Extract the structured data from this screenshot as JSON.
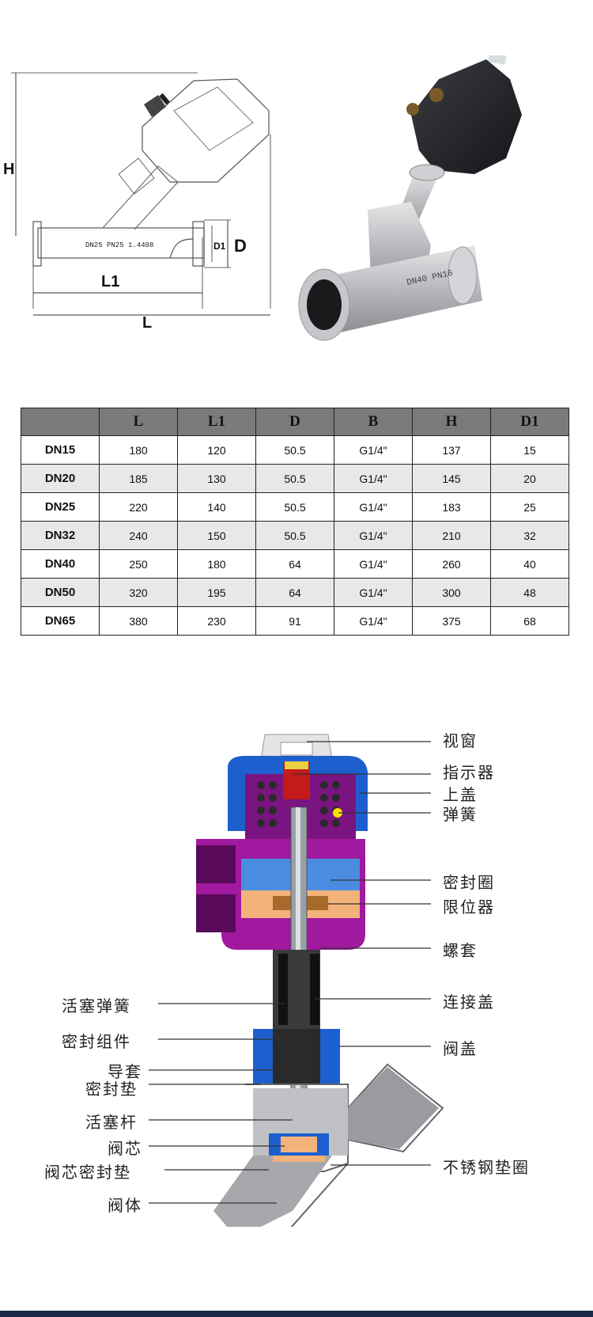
{
  "drawing": {
    "dimension_labels": {
      "H": "H",
      "L1": "L1",
      "L": "L",
      "D1": "D1",
      "D": "D"
    },
    "body_marking": "DN25 PN25 1.4408"
  },
  "photo": {
    "body_marking": "DN40 PN16"
  },
  "spec_table": {
    "headers": [
      "",
      "L",
      "L1",
      "D",
      "B",
      "H",
      "D1"
    ],
    "rows": [
      [
        "DN15",
        "180",
        "120",
        "50.5",
        "G1/4\"",
        "137",
        "15"
      ],
      [
        "DN20",
        "185",
        "130",
        "50.5",
        "G1/4\"",
        "145",
        "20"
      ],
      [
        "DN25",
        "220",
        "140",
        "50.5",
        "G1/4\"",
        "183",
        "25"
      ],
      [
        "DN32",
        "240",
        "150",
        "50.5",
        "G1/4\"",
        "210",
        "32"
      ],
      [
        "DN40",
        "250",
        "180",
        "64",
        "G1/4\"",
        "260",
        "40"
      ],
      [
        "DN50",
        "320",
        "195",
        "64",
        "G1/4\"",
        "300",
        "48"
      ],
      [
        "DN65",
        "380",
        "230",
        "91",
        "G1/4\"",
        "375",
        "68"
      ]
    ]
  },
  "cutaway": {
    "right_labels": [
      "视窗",
      "指示器",
      "上盖",
      "弹簧",
      "密封圈",
      "限位器",
      "螺套",
      "连接盖",
      "阀盖",
      "不锈钢垫圈"
    ],
    "left_labels": [
      "活塞弹簧",
      "密封组件",
      "导套",
      "密封垫",
      "活塞杆",
      "阀芯",
      "阀芯密封垫",
      "阀体"
    ]
  }
}
